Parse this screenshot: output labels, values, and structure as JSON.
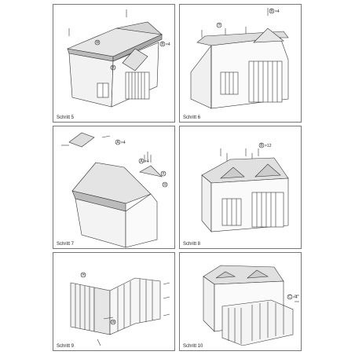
{
  "steps": [
    {
      "caption": "Schritt 5",
      "parts": [
        {
          "letter": "B",
          "count": "×4"
        }
      ],
      "callouts": [
        "⑩",
        "⑪"
      ]
    },
    {
      "caption": "Schritt 6",
      "parts": [
        {
          "letter": "B",
          "count": "×4"
        }
      ],
      "callouts": [
        "⑦"
      ]
    },
    {
      "caption": "Schritt 7",
      "parts": [
        {
          "letter": "A",
          "count": "×4"
        },
        {
          "letter": "A",
          "count": "×4"
        }
      ],
      "callouts": [
        "⑪",
        "⑫"
      ]
    },
    {
      "caption": "Schritt 8",
      "parts": [
        {
          "letter": "B",
          "count": "×12"
        }
      ],
      "callouts": []
    },
    {
      "caption": "Schritt 9",
      "parts": [],
      "callouts": [
        "⑭",
        "⑮"
      ]
    },
    {
      "caption": "Schritt 10",
      "parts": [
        {
          "letter": "C",
          "count": "×4"
        }
      ],
      "callouts": []
    }
  ]
}
